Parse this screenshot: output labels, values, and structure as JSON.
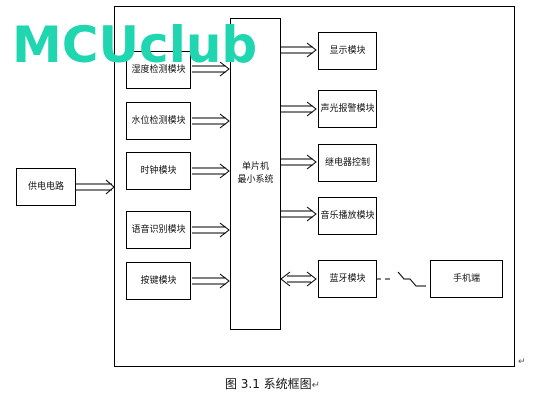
{
  "watermark": "MCUclub",
  "caption": "图 3.1 系统框图",
  "caption_mark": "↵",
  "paragraph_mark": "↵",
  "power_block": "供电电路",
  "mcu_block": "单片机\n最小系统",
  "input_blocks": [
    "湿度检测模块",
    "水位检测模块",
    "时钟模块",
    "语音识别模块",
    "按键模块"
  ],
  "output_blocks": [
    "显示模块",
    "声光报警模块",
    "继电器控制",
    "音乐播放模块",
    "蓝牙模块"
  ],
  "phone_block": "手机端"
}
